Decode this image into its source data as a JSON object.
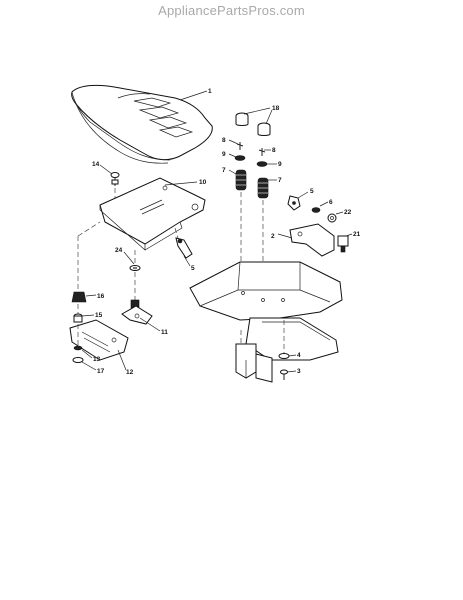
{
  "header": {
    "watermark": "AppliancePartsPros.com"
  },
  "diagram": {
    "callouts": [
      {
        "id": "c1",
        "label": "1"
      },
      {
        "id": "c18",
        "label": "18"
      },
      {
        "id": "c8a",
        "label": "8"
      },
      {
        "id": "c8b",
        "label": "8"
      },
      {
        "id": "c9a",
        "label": "9"
      },
      {
        "id": "c9b",
        "label": "9"
      },
      {
        "id": "c7a",
        "label": "7"
      },
      {
        "id": "c7b",
        "label": "7"
      },
      {
        "id": "c14",
        "label": "14"
      },
      {
        "id": "c10",
        "label": "10"
      },
      {
        "id": "c5a",
        "label": "5"
      },
      {
        "id": "c6",
        "label": "6"
      },
      {
        "id": "c22",
        "label": "22"
      },
      {
        "id": "c2",
        "label": "2"
      },
      {
        "id": "c21",
        "label": "21"
      },
      {
        "id": "c24",
        "label": "24"
      },
      {
        "id": "c5b",
        "label": "5"
      },
      {
        "id": "c16",
        "label": "16"
      },
      {
        "id": "c15",
        "label": "15"
      },
      {
        "id": "c11",
        "label": "11"
      },
      {
        "id": "c13",
        "label": "13"
      },
      {
        "id": "c12",
        "label": "12"
      },
      {
        "id": "c17",
        "label": "17"
      },
      {
        "id": "c4",
        "label": "4"
      },
      {
        "id": "c3",
        "label": "3"
      }
    ]
  }
}
